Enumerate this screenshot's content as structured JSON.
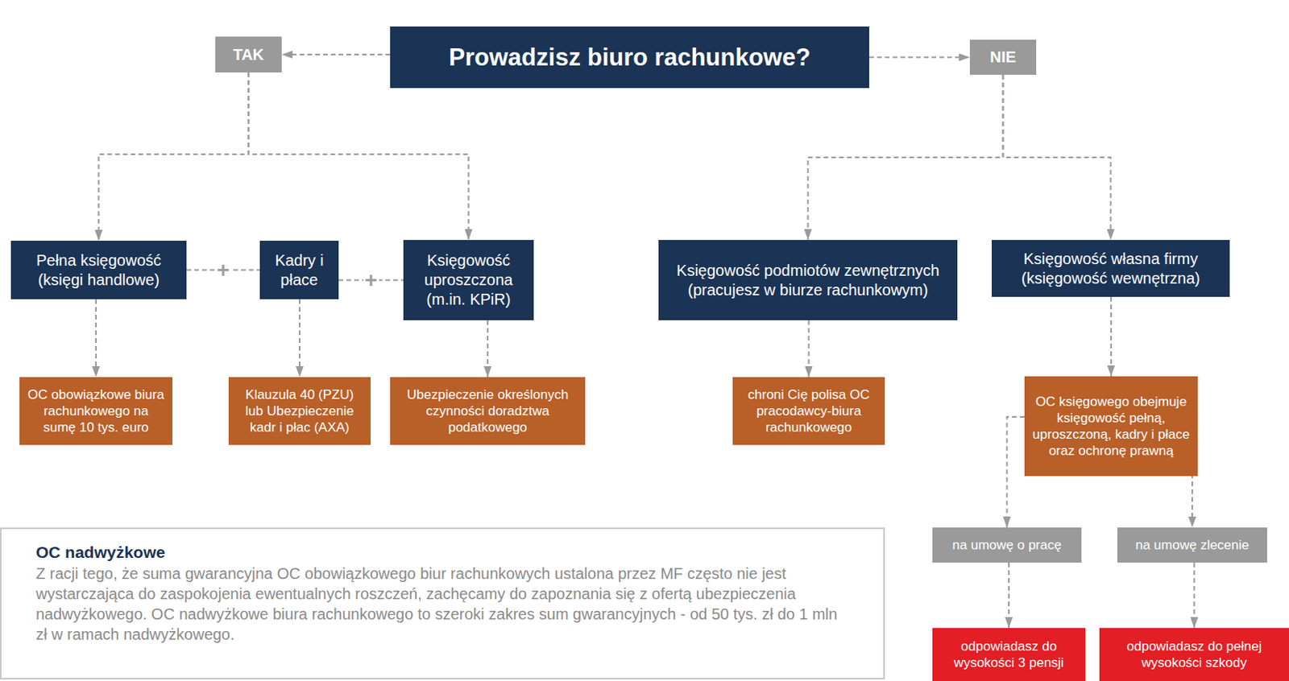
{
  "diagram": {
    "nodes": [
      {
        "text": [
          "Prowadzisz biuro rachunkowe?"
        ]
      },
      {
        "text": [
          "TAK"
        ]
      },
      {
        "text": [
          "NIE"
        ]
      },
      {
        "text": [
          "Pełna księgowość (księgi handlowe)"
        ]
      },
      {
        "text": [
          "Kadry i płace"
        ]
      },
      {
        "text": [
          "Księgowość uproszczona (m.in. KPiR)"
        ]
      },
      {
        "text": [
          "Księgowość podmiotów zewnętrznych (pracujesz w biurze rachunkowym)"
        ]
      },
      {
        "text": [
          "Księgowość własna firmy (księgowość wewnętrzna)"
        ]
      },
      {
        "text": [
          "OC obowiązkowe biura rachunkowego na sumę 10 tys. euro"
        ]
      },
      {
        "text": [
          "Klauzula 40 (PZU) lub Ubezpieczenie kadr i płac (AXA)"
        ]
      },
      {
        "text": [
          "Ubezpieczenie określonych czynności doradztwa podatkowego"
        ]
      },
      {
        "text": [
          "chroni Cię polisa OC pracodawcy-biura rachunkowego"
        ]
      },
      {
        "text": [
          "OC księgowego obejmuje księgowość pełną, uproszczoną, kadry i płace oraz ochronę prawną"
        ]
      },
      {
        "text": [
          "na umowę o pracę"
        ]
      },
      {
        "text": [
          "na umowę zlecenie"
        ]
      },
      {
        "text": [
          "odpowiadasz do wysokości 3 pensji"
        ]
      },
      {
        "text": [
          "odpowiadasz do pełnej wysokości szkody"
        ]
      },
      {
        "text": [
          "OC nadwyżkowe",
          "Z racji tego, że suma gwarancyjna OC obowiązkowego biur rachunkowych ustalona przez MF często nie jest wystarczająca do zaspokojenia ewentualnych roszczeń, zachęcamy do zapoznania się z ofertą ubezpieczenia nadwyżkowego. OC nadwyżkowe biura rachunkowego to szeroki zakres sum gwarancyjnych - od 50 tys. zł do 1 mln zł w ramach nadwyżkowego."
        ]
      }
    ],
    "edges": [
      {
        "from": 0,
        "to": 1,
        "arrow": "to"
      },
      {
        "from": 0,
        "to": 2,
        "arrow": "to"
      },
      {
        "from": 1,
        "to": 3,
        "arrow": "to"
      },
      {
        "from": 1,
        "to": 5,
        "arrow": "to"
      },
      {
        "from": 2,
        "to": 6,
        "arrow": "to"
      },
      {
        "from": 2,
        "to": 7,
        "arrow": "to"
      },
      {
        "from": 3,
        "to": 4,
        "label": "+",
        "arrow": "none"
      },
      {
        "from": 4,
        "to": 5,
        "label": "+",
        "arrow": "none"
      },
      {
        "from": 3,
        "to": 8,
        "arrow": "to"
      },
      {
        "from": 4,
        "to": 9,
        "arrow": "to"
      },
      {
        "from": 5,
        "to": 10,
        "arrow": "to"
      },
      {
        "from": 6,
        "to": 11,
        "arrow": "to"
      },
      {
        "from": 7,
        "to": 12,
        "arrow": "to"
      },
      {
        "from": 12,
        "to": 13,
        "arrow": "to"
      },
      {
        "from": 12,
        "to": 14,
        "arrow": "to"
      },
      {
        "from": 13,
        "to": 15,
        "arrow": "to"
      },
      {
        "from": 14,
        "to": 16,
        "arrow": "to"
      }
    ]
  }
}
